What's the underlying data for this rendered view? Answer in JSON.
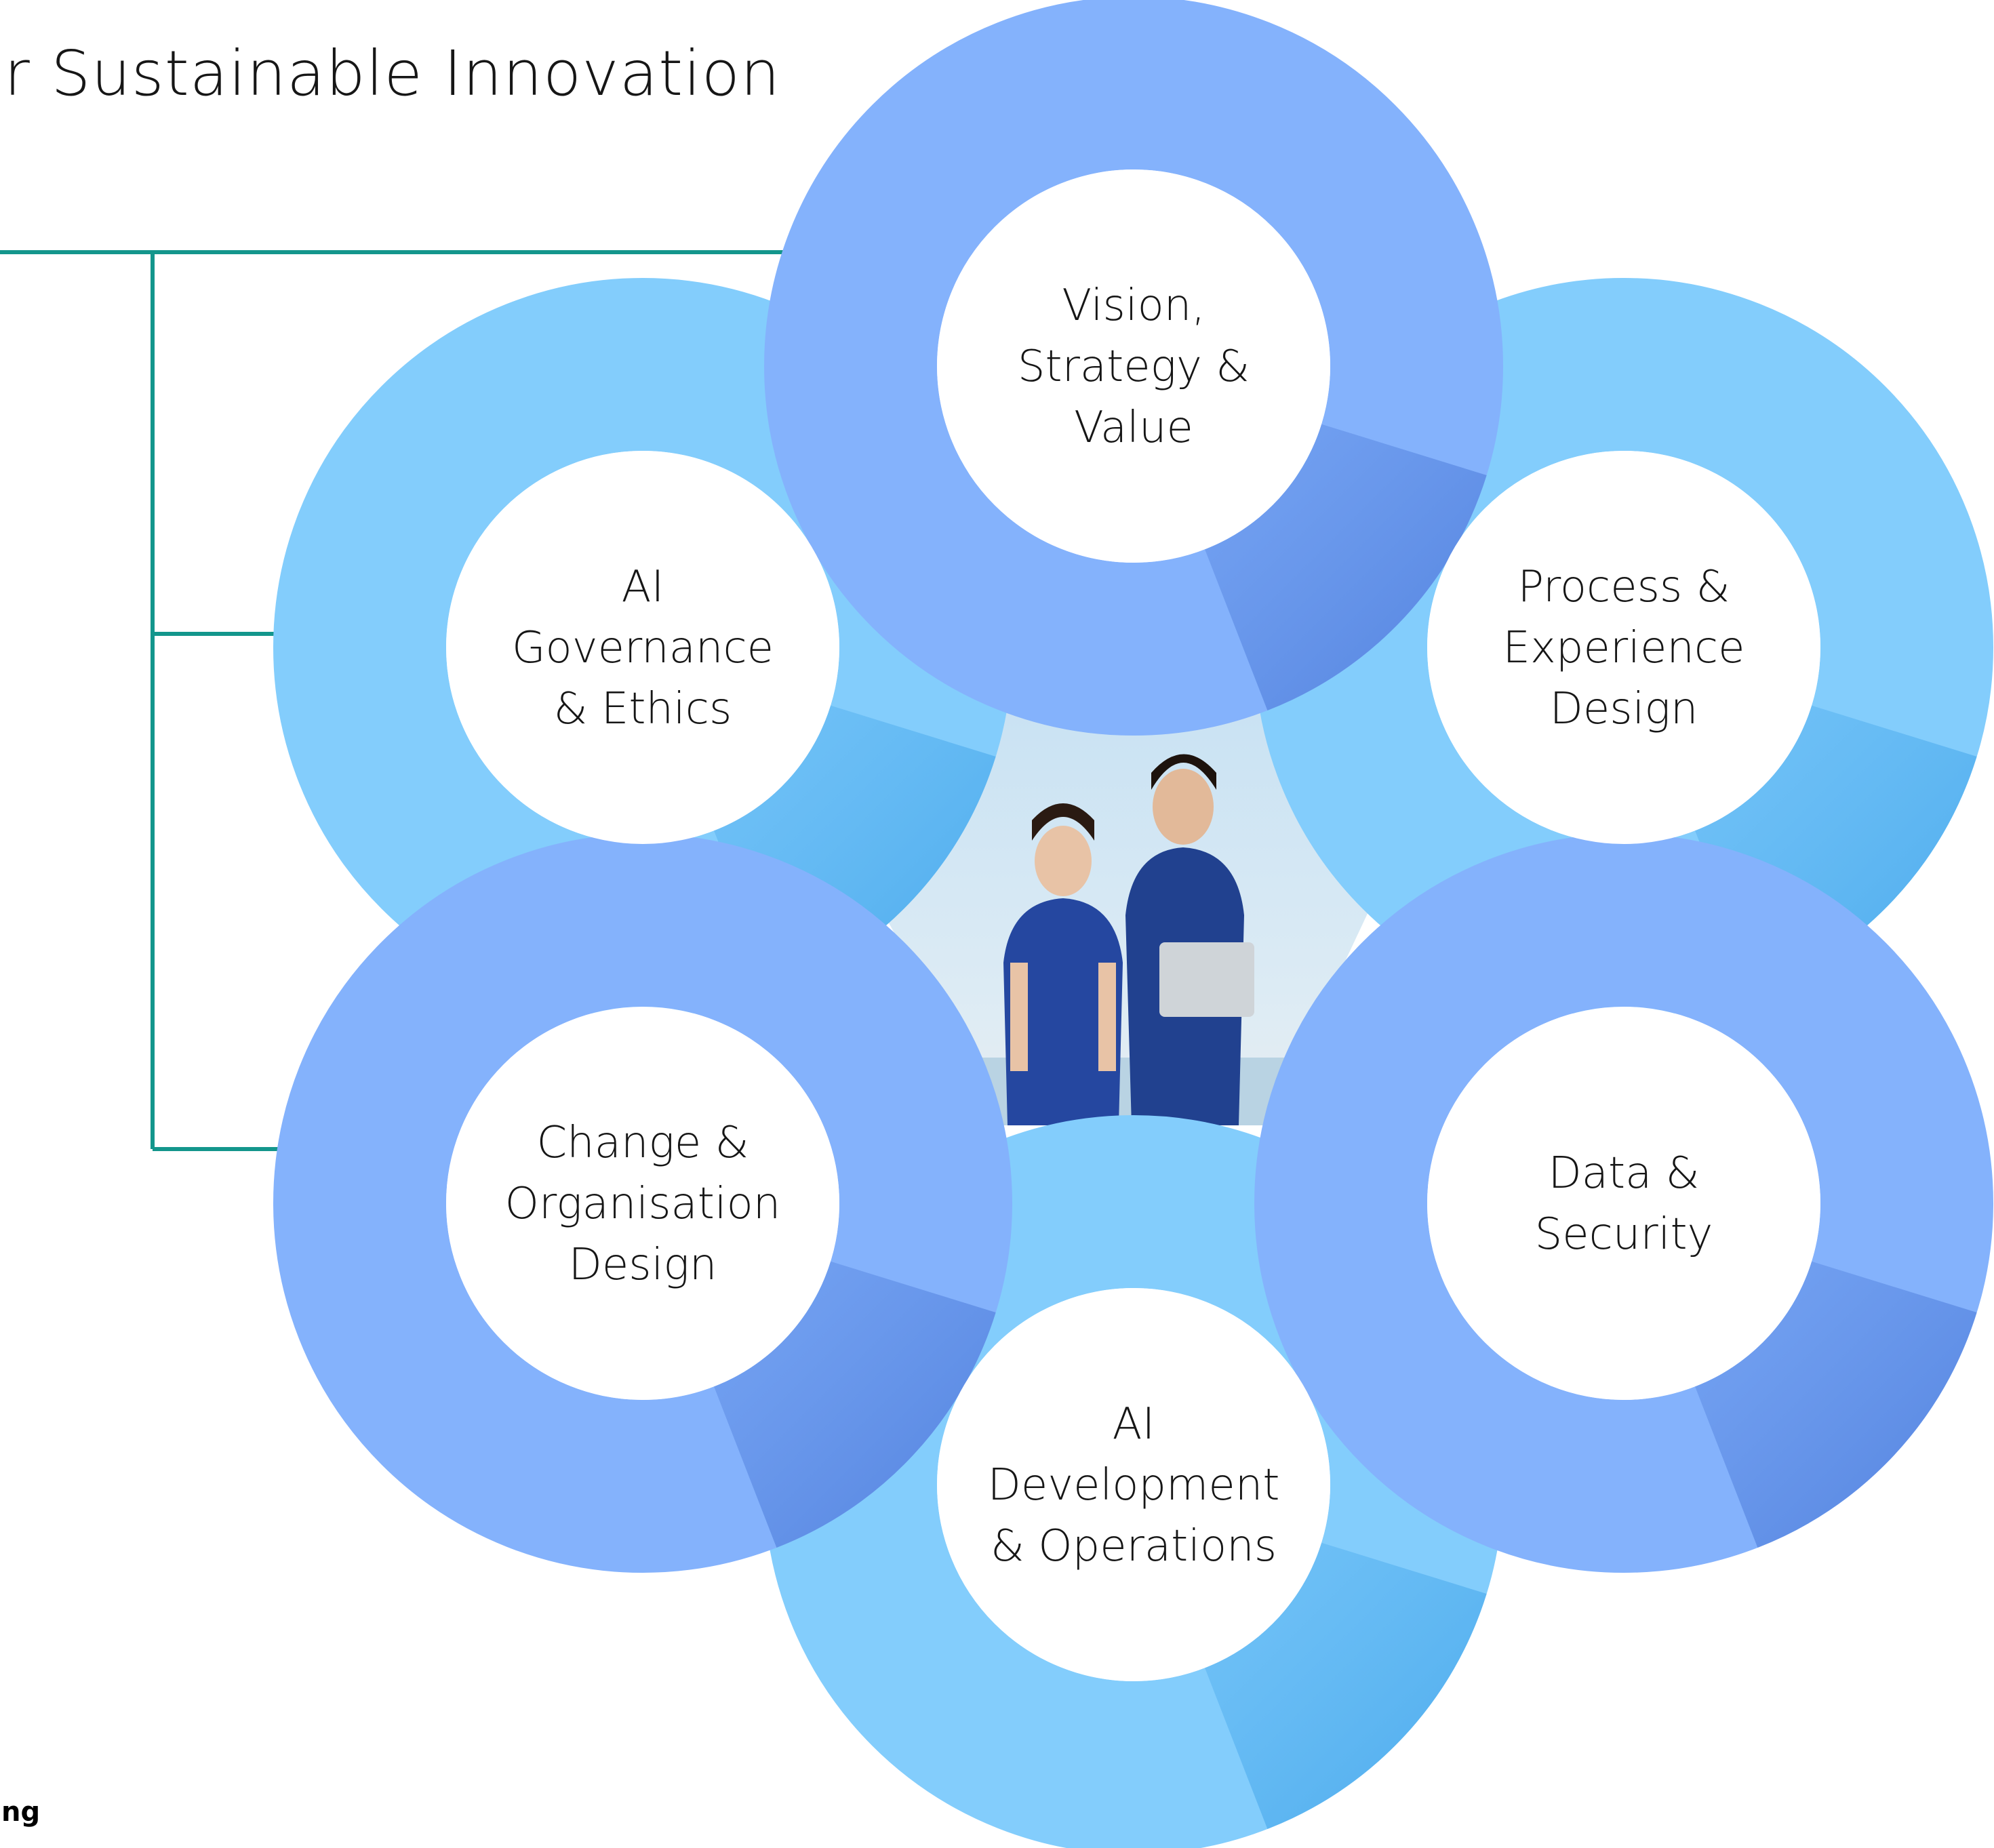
{
  "title": "r Sustainable Innovation",
  "footer_fragment": "ng",
  "colors": {
    "ring_light": "#83cdfc",
    "ring_dark": "#84b2fc",
    "ring_shadow": "#3d73d8",
    "connector": "#13968c",
    "disc": "#ffffff"
  },
  "photo": {
    "description": "two-healthcare-workers-in-blue-scrubs",
    "icon": "people-photo-icon"
  },
  "nodes": [
    {
      "id": "vision",
      "lines": [
        "Vision,",
        "Strategy &",
        "Value"
      ]
    },
    {
      "id": "process",
      "lines": [
        "Process &",
        "Experience",
        "Design"
      ]
    },
    {
      "id": "data",
      "lines": [
        "Data &",
        "Security"
      ]
    },
    {
      "id": "devops",
      "lines": [
        "AI",
        "Development",
        "& Operations"
      ]
    },
    {
      "id": "change",
      "lines": [
        "Change &",
        "Organisation",
        "Design"
      ]
    },
    {
      "id": "governance",
      "lines": [
        "AI",
        "Governance",
        "& Ethics"
      ]
    }
  ]
}
